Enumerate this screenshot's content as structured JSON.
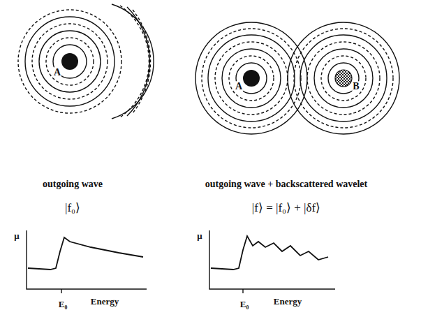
{
  "diagram": {
    "labels": [
      "A",
      "A",
      "B",
      "outgoing wave",
      "outgoing wave + backscattered wavelet",
      "|f₀⟩",
      "|f⟩ = |f₀⟩ + |δf⟩",
      "μ",
      "E₀",
      "Energy",
      "μ",
      "E₀",
      "Energy"
    ]
  }
}
